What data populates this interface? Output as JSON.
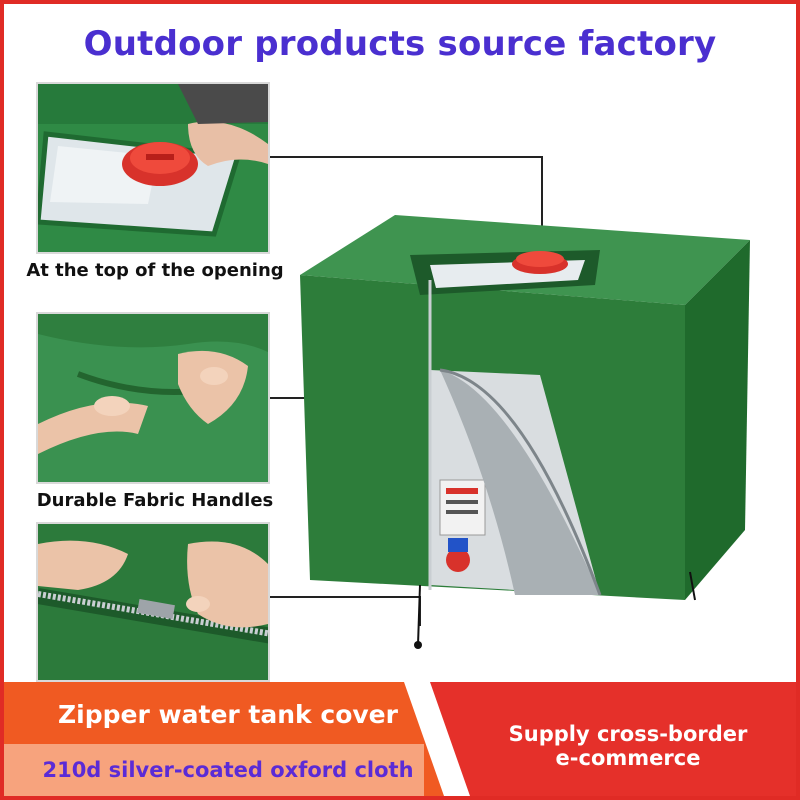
{
  "headline": "Outdoor products source factory",
  "features": [
    {
      "label": "At the top of the opening"
    },
    {
      "label": "Durable Fabric Handles"
    },
    {
      "label": ""
    }
  ],
  "banner": {
    "product_name": "Zipper water tank cover",
    "material": "210d silver-coated oxford cloth",
    "supply_line1": "Supply cross-border",
    "supply_line2": "e-commerce"
  },
  "colors": {
    "border_red": "#e02b25",
    "headline_purple": "#4a2fd0",
    "cover_green": "#2d7d3a",
    "banner_orange": "#f05a22",
    "banner_red": "#e5302a"
  }
}
